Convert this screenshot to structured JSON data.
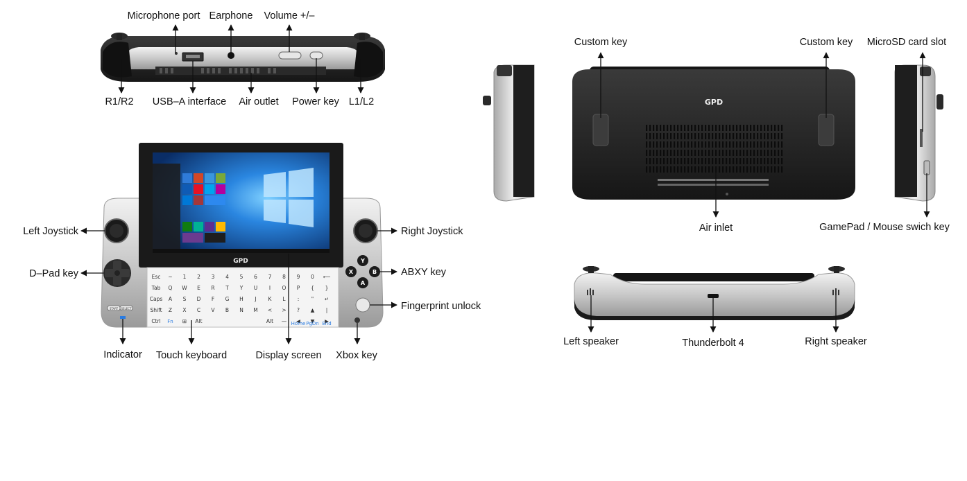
{
  "brand": "GPD",
  "colors": {
    "label_text": "#111111",
    "arrow": "#111111",
    "device_dark": "#1e1e1e",
    "device_silver": "#d6d6d6",
    "screen_blue": "#1f6fc9"
  },
  "labels": {
    "microphone_port": "Microphone port",
    "earphone": "Earphone",
    "volume": "Volume +/–",
    "r1r2": "R1/R2",
    "usb_a": "USB–A interface",
    "air_outlet": "Air outlet",
    "power_key": "Power key",
    "l1l2": "L1/L2",
    "left_joystick": "Left Joystick",
    "right_joystick": "Right Joystick",
    "dpad": "D–Pad key",
    "abxy": "ABXY key",
    "fingerprint": "Fingerprint unlock",
    "indicator": "Indicator",
    "touch_keyboard": "Touch keyboard",
    "display_screen": "Display screen",
    "xbox_key": "Xbox key",
    "custom_key_left": "Custom key",
    "custom_key_right": "Custom key",
    "microsd": "MicroSD card slot",
    "air_inlet": "Air inlet",
    "gamepad_mouse": "GamePad / Mouse swich key",
    "left_speaker": "Left speaker",
    "thunderbolt": "Thunderbolt 4",
    "right_speaker": "Right speaker"
  },
  "buttons": {
    "y": "Y",
    "x": "X",
    "b": "B",
    "a": "A",
    "start": "START",
    "select": "SELECT"
  },
  "keyboard_rows": [
    [
      "Esc",
      "~",
      "1",
      "2",
      "3",
      "4",
      "5",
      "6",
      "7",
      "8",
      "9",
      "0",
      "⟵"
    ],
    [
      "Tab",
      "Q",
      "W",
      "E",
      "R",
      "T",
      "Y",
      "U",
      "I",
      "O",
      "P",
      "{",
      "}"
    ],
    [
      "Caps",
      "A",
      "S",
      "D",
      "F",
      "G",
      "H",
      "J",
      "K",
      "L",
      ":",
      "\"",
      "↵"
    ],
    [
      "Shift",
      "Z",
      "X",
      "C",
      "V",
      "B",
      "N",
      "M",
      "<",
      ">",
      "?",
      "▲",
      "|"
    ],
    [
      "Ctrl",
      "Fn",
      "⊞",
      "Alt",
      "",
      "",
      "",
      "",
      "Alt",
      "—",
      "◀",
      "▼",
      "▶"
    ]
  ],
  "keyboard_extra": [
    "Home",
    "PgDn",
    "End"
  ]
}
